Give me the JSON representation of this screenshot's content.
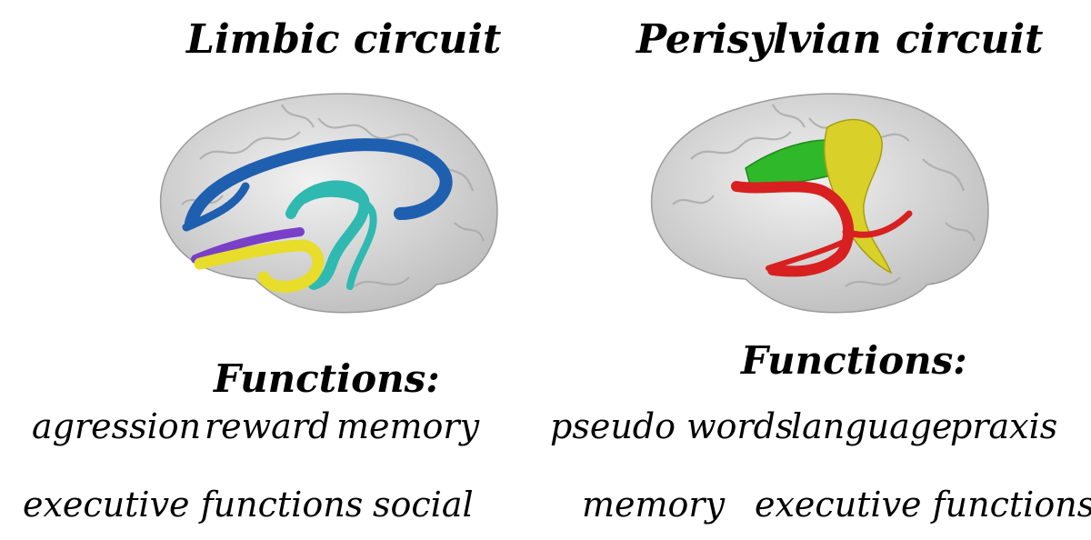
{
  "left": {
    "title": "Limbic circuit",
    "functions_heading": "Functions:",
    "functions_row1": [
      "agression",
      "reward",
      "memory"
    ],
    "functions_row2": [
      "executive functions",
      "social"
    ],
    "tracts": [
      {
        "color": "#1f5fb0"
      },
      {
        "color": "#2fb9b0"
      },
      {
        "color": "#7a3fc8"
      },
      {
        "color": "#e7dd2a"
      }
    ]
  },
  "right": {
    "title": "Perisylvian circuit",
    "functions_heading": "Functions:",
    "functions_row1": [
      "pseudo words",
      "language",
      "praxis"
    ],
    "functions_row2": [
      "memory",
      "executive functions"
    ],
    "tracts": [
      {
        "color": "#2fb82a"
      },
      {
        "color": "#d9d12a"
      },
      {
        "color": "#d82020"
      }
    ]
  },
  "brain_color": "#d8d8d8"
}
